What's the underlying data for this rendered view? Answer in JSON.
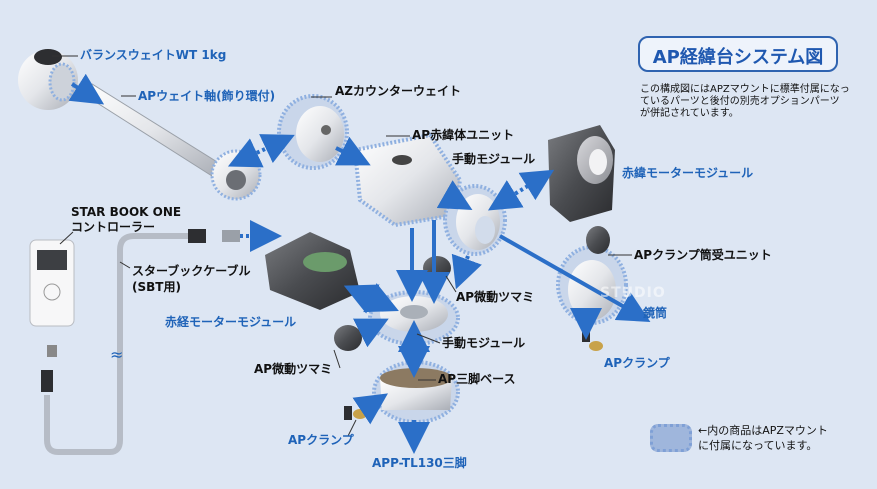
{
  "title": "AP経緯台システム図",
  "description_lines": [
    "この構成図にはAPZマウントに標準付属になっ",
    "ているパーツと後付の別売オプションパーツ",
    "が併記されています。"
  ],
  "labels": {
    "balance_weight": "バランスウェイトWT 1kg",
    "weight_shaft": "APウェイト軸(飾り環付)",
    "az_counter_weight": "AZカウンターウェイト",
    "ap_dec_unit": "AP赤緯体ユニット",
    "manual_module_top": "手動モジュール",
    "dec_motor_module": "赤緯モーターモジュール",
    "star_book_one_line1": "STAR BOOK ONE",
    "star_book_one_line2": "コントローラー",
    "starbook_cable_line1": "スターブックケーブル",
    "starbook_cable_line2": "(SBT用)",
    "ap_clamp_tube_unit": "APクランプ筒受ユニット",
    "ap_fine_knob_top": "AP微動ツマミ",
    "ra_motor_module": "赤経モーターモジュール",
    "manual_module_bottom": "手動モジュール",
    "telescope": "鏡筒",
    "ap_fine_knob_bottom": "AP微動ツマミ",
    "ap_tripod_base": "AP三脚ベース",
    "ap_clamp_right": "APクランプ",
    "ap_clamp_bottom": "APクランプ",
    "tripod": "APP-TL130三脚"
  },
  "legend": {
    "line1": "←内の商品はAPZマウント",
    "line2": "に付属になっています。"
  },
  "watermark": "STUDIO",
  "colors": {
    "background": "#dde6f3",
    "accent_blue": "#1f63b8",
    "arrow_blue": "#2b6fc8",
    "highlight_ring": "#8fb0e0"
  }
}
